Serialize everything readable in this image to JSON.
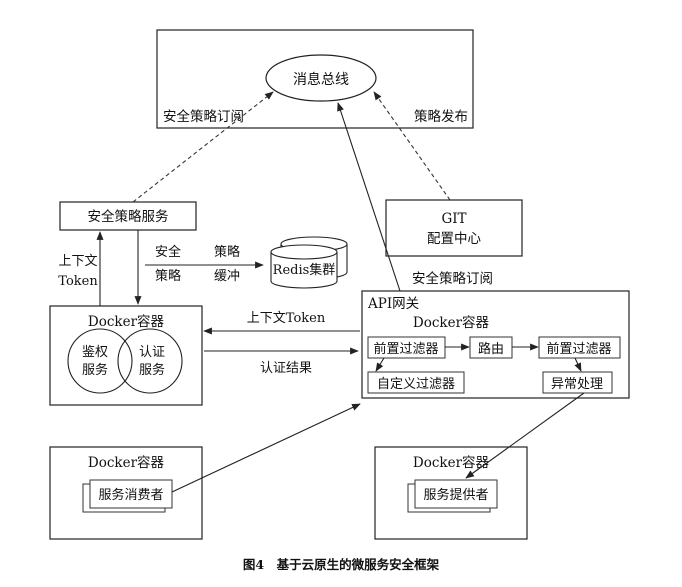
{
  "message_bus": "消息总线",
  "security_policy_subscribe_top": "安全策略订阅",
  "policy_publish": "策略发布",
  "security_policy_service": "安全策略服务",
  "git_center": {
    "line1": "GIT",
    "line2": "配置中心"
  },
  "context_token_left": {
    "line1": "上下文",
    "line2": "Token"
  },
  "policy_cache": {
    "a": "安全",
    "b": "策略",
    "c": "策略",
    "d": "缓冲"
  },
  "redis_cluster": "Redis集群",
  "security_policy_subscribe_right": "安全策略订阅",
  "docker_left": {
    "title": "Docker容器",
    "auth_service": {
      "line1": "鉴权",
      "line2": "服务"
    },
    "cert_service": {
      "line1": "认证",
      "line2": "服务"
    }
  },
  "context_token_mid": "上下文Token",
  "auth_result": "认证结果",
  "api_gateway": {
    "label": "API网关",
    "docker_title": "Docker容器",
    "pre_filter_1": "前置过滤器",
    "route": "路由",
    "pre_filter_2": "前置过滤器",
    "custom_filter": "自定义过滤器",
    "exception_handling": "异常处理"
  },
  "docker_consumer": {
    "title": "Docker容器",
    "service": "服务消费者"
  },
  "docker_provider": {
    "title": "Docker容器",
    "service": "服务提供者"
  },
  "caption": "图4　基于云原生的微服务安全框架"
}
